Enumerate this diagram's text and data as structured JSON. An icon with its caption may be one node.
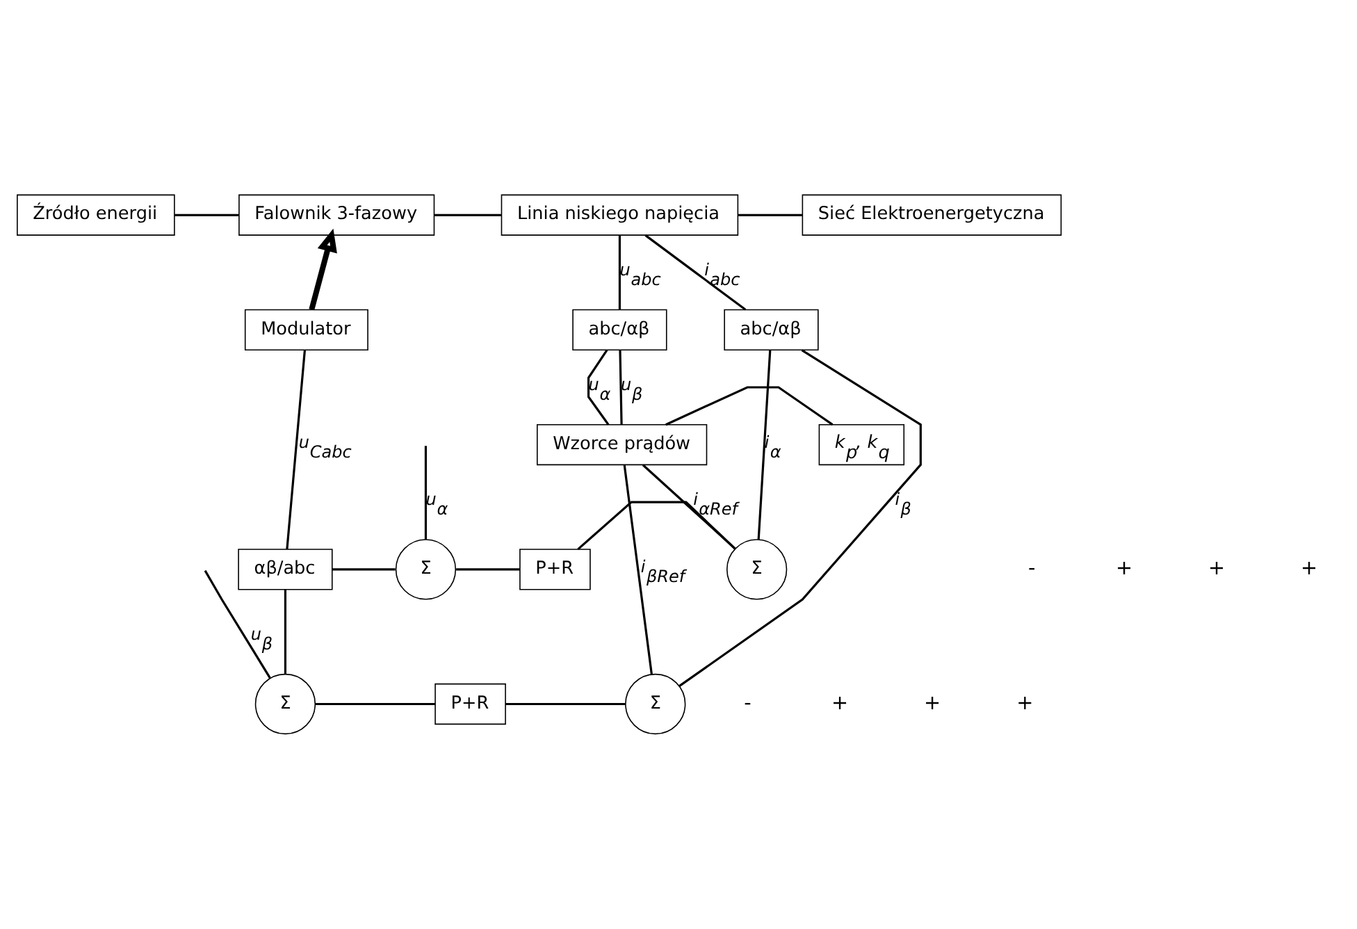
{
  "diagram": {
    "nodes": [
      {
        "text": [
          "Źródło energii"
        ]
      },
      {
        "text": [
          "Falownik 3-fazowy"
        ]
      },
      {
        "text": [
          "Linia niskiego napięcia"
        ]
      },
      {
        "text": [
          "Sieć Elektroenergetyczna"
        ]
      },
      {
        "text": [
          "Modulator"
        ]
      },
      {
        "text": [
          "abc/αβ"
        ]
      },
      {
        "text": [
          "abc/αβ"
        ]
      },
      {
        "text": [
          "Wzorce prądów"
        ]
      },
      {
        "text": [
          "k$_{p}$, k$_{q}$"
        ]
      },
      {
        "text": [
          "αβ/abc"
        ]
      },
      {
        "text": [
          "Σ"
        ]
      },
      {
        "text": [
          "P+R"
        ]
      },
      {
        "text": [
          "Σ"
        ]
      },
      {
        "text": [
          "Σ"
        ]
      },
      {
        "text": [
          "P+R"
        ]
      },
      {
        "text": [
          "Σ"
        ]
      }
    ],
    "edges": [
      {
        "from": 0,
        "to": 1,
        "arrow": "none"
      },
      {
        "from": 1,
        "to": 2,
        "arrow": "none"
      },
      {
        "from": 2,
        "to": 3,
        "arrow": "none"
      },
      {
        "from": 4,
        "to": 1,
        "arrow": "to",
        "style": "thick"
      },
      {
        "from": 2,
        "to": 5,
        "arrow": "none",
        "label": "i$_{abc}$"
      },
      {
        "from": 2,
        "to": 6,
        "arrow": "none",
        "label": "u$_{abc}$"
      },
      {
        "from": 6,
        "to": 7,
        "arrow": "none",
        "label": "u$_{α}$"
      },
      {
        "from": 6,
        "to": 7,
        "arrow": "none",
        "label": "u$_{β}$"
      },
      {
        "from": 7,
        "to": 8,
        "arrow": "none"
      },
      {
        "from": 9,
        "to": 4,
        "arrow": "none",
        "label": "u$_{Cabc}$"
      },
      {
        "from": 9,
        "to": 10,
        "arrow": "none"
      },
      {
        "from": 10,
        "to": 11,
        "arrow": "none"
      },
      {
        "from": 11,
        "to": 12,
        "arrow": "none"
      },
      {
        "from": 5,
        "to": 12,
        "arrow": "none",
        "label": "i$_{α}$"
      },
      {
        "from": 7,
        "to": 12,
        "arrow": "none",
        "label": "i$_{αRef}$"
      },
      {
        "from": null,
        "to": 10,
        "arrow": "none",
        "label": "u$_{α}$"
      },
      {
        "from": 9,
        "to": 13,
        "arrow": "none"
      },
      {
        "from": 13,
        "to": 14,
        "arrow": "none"
      },
      {
        "from": 14,
        "to": 15,
        "arrow": "none"
      },
      {
        "from": 5,
        "to": 15,
        "arrow": "none",
        "label": "i$_{β}$"
      },
      {
        "from": 7,
        "to": 15,
        "arrow": "none",
        "label": "i$_{βRef}$"
      },
      {
        "from": null,
        "to": 13,
        "arrow": "none",
        "label": "u$_{β}$"
      }
    ],
    "labels": [
      "-",
      "+",
      "+",
      "+",
      "-",
      "+",
      "+",
      "+"
    ]
  }
}
